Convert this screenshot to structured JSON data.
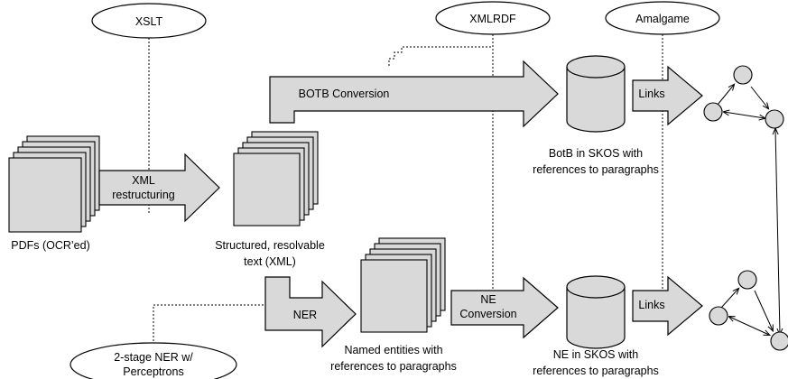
{
  "tools": {
    "xslt": "XSLT",
    "xmlrdf": "XMLRDF",
    "amalgame": "Amalgame",
    "ner_tool_line1": "2-stage NER w/",
    "ner_tool_line2": "Perceptrons"
  },
  "arrows": {
    "botb_conversion": "BOTB Conversion",
    "xml_restructuring_line1": "XML",
    "xml_restructuring_line2": "restructuring",
    "ner": "NER",
    "ne_conversion_line1": "NE",
    "ne_conversion_line2": "Conversion",
    "links_top": "Links",
    "links_bottom": "Links"
  },
  "labels": {
    "pdfs": "PDFs (OCR’ed)",
    "structured_line1": "Structured, resolvable",
    "structured_line2": "text (XML)",
    "botb_skos_line1": "BotB in SKOS with",
    "botb_skos_line2": "references to paragraphs",
    "named_entities_line1": "Named entities with",
    "named_entities_line2": "references to paragraphs",
    "ne_skos_line1": "NE in SKOS with",
    "ne_skos_line2": "references to paragraphs"
  },
  "colors": {
    "shape_fill": "#d9d9d9",
    "stroke": "#000000",
    "background": "#ffffff"
  }
}
